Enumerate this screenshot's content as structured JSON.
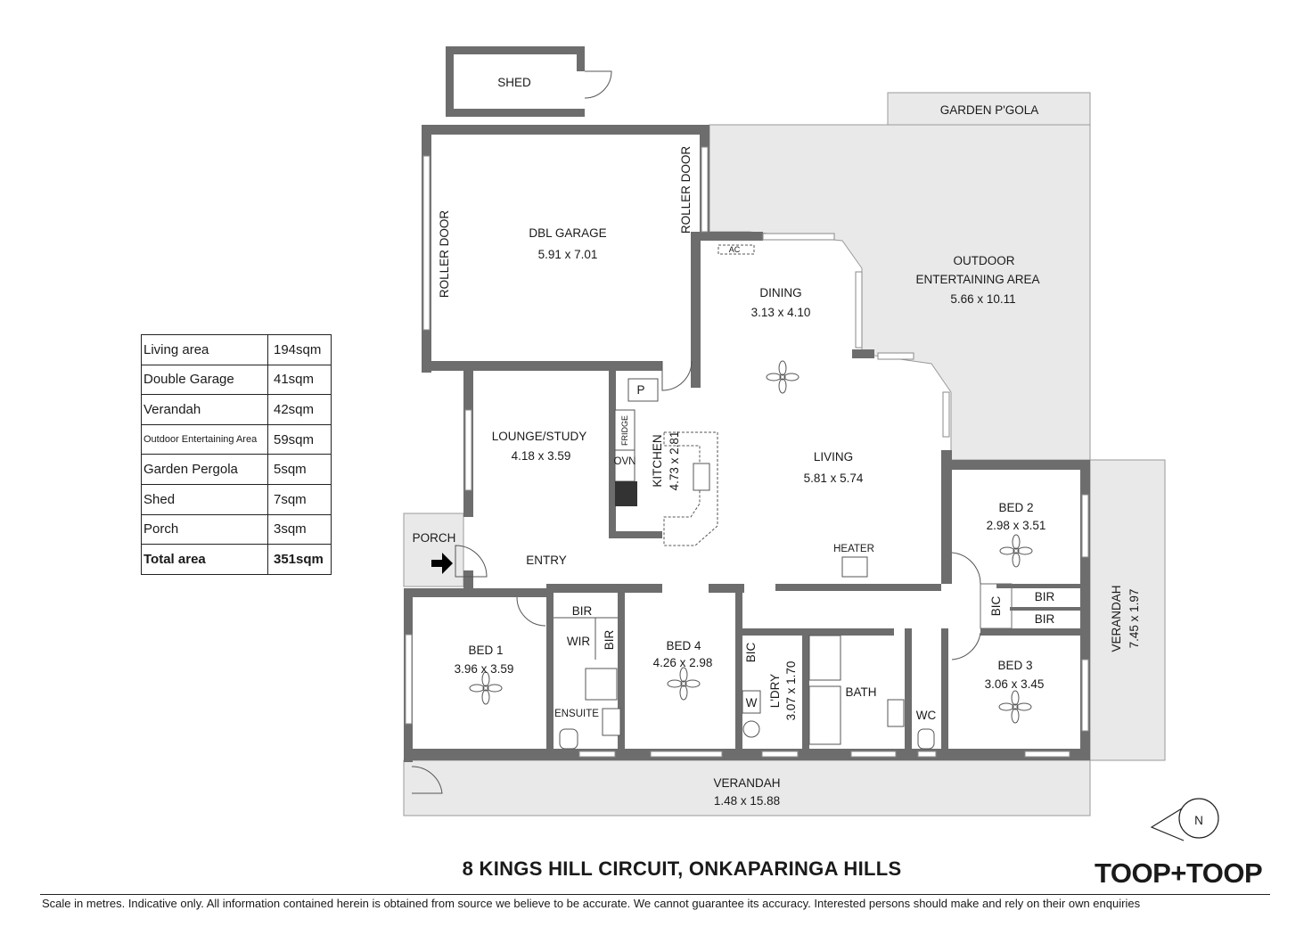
{
  "rooms": {
    "shed": "SHED",
    "garden_pergola": "GARDEN P'GOLA",
    "garage": {
      "name": "DBL GARAGE",
      "dims": "5.91 x 7.01"
    },
    "roller_door": "ROLLER DOOR",
    "ac": "AC",
    "outdoor": {
      "line1": "OUTDOOR",
      "line2": "ENTERTAINING AREA",
      "dims": "5.66 x 10.11"
    },
    "dining": {
      "name": "DINING",
      "dims": "3.13 x 4.10"
    },
    "living": {
      "name": "LIVING",
      "dims": "5.81 x 5.74"
    },
    "lounge": {
      "name": "LOUNGE/STUDY",
      "dims": "4.18 x 3.59"
    },
    "kitchen": {
      "name": "KITCHEN",
      "dims": "4.73 x 2.81"
    },
    "pantry": "P",
    "fridge": "FRIDGE",
    "oven": "OVN",
    "porch": "PORCH",
    "entry": "ENTRY",
    "heater": "HEATER",
    "bed1": {
      "name": "BED 1",
      "dims": "3.96 x 3.59"
    },
    "bed2": {
      "name": "BED 2",
      "dims": "2.98 x 3.51"
    },
    "bed3": {
      "name": "BED 3",
      "dims": "3.06 x 3.45"
    },
    "bed4": {
      "name": "BED 4",
      "dims": "4.26 x 2.98"
    },
    "bir": "BIR",
    "bic": "BIC",
    "wir": "WIR",
    "ensuite": "ENSUITE",
    "laundry": {
      "name": "L'DRY",
      "dims": "3.07 x 1.70"
    },
    "w": "W",
    "bath": "BATH",
    "wc": "WC",
    "verandah_side": {
      "name": "VERANDAH",
      "dims": "7.45 x 1.97"
    },
    "verandah_front": {
      "name": "VERANDAH",
      "dims": "1.48 x 15.88"
    }
  },
  "compass": "N",
  "area_table": [
    {
      "label": "Living area",
      "value": "194sqm"
    },
    {
      "label": "Double Garage",
      "value": "41sqm"
    },
    {
      "label": "Verandah",
      "value": "42sqm"
    },
    {
      "label": "Outdoor Entertaining Area",
      "value": "59sqm"
    },
    {
      "label": "Garden Pergola",
      "value": "5sqm"
    },
    {
      "label": "Shed",
      "value": "7sqm"
    },
    {
      "label": "Porch",
      "value": "3sqm"
    },
    {
      "label": "Total area",
      "value": "351sqm"
    }
  ],
  "title": "8 KINGS HILL CIRCUIT, ONKAPARINGA HILLS",
  "brand": "TOOP+TOOP",
  "disclaimer": "Scale in metres. Indicative only. All information contained herein is obtained from source we believe to be accurate. We cannot guarantee its accuracy. Interested persons should make and rely on their own enquiries"
}
